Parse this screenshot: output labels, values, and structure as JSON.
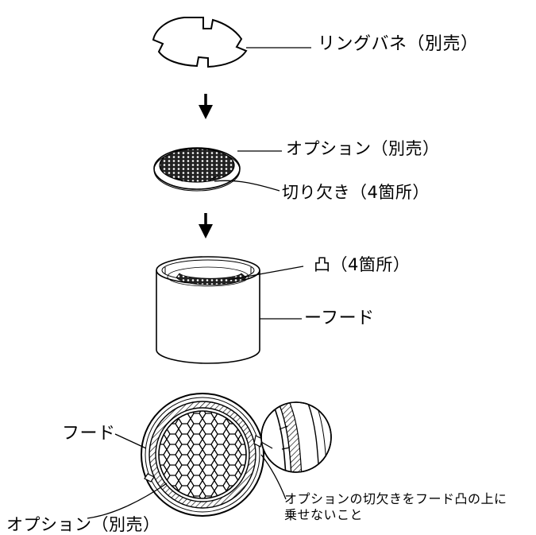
{
  "labels": {
    "ring_spring": "リングバネ（別売）",
    "option_top": "オプション（別売）",
    "notch": "切り欠き（4箇所）",
    "boss": "凸（4箇所）",
    "hood_side": "ーフード",
    "hood_bottom": "フード",
    "note": "オプションの切欠きをフード凸の上に\n乗せないこと",
    "option_bottom": "オプション（別売）"
  }
}
